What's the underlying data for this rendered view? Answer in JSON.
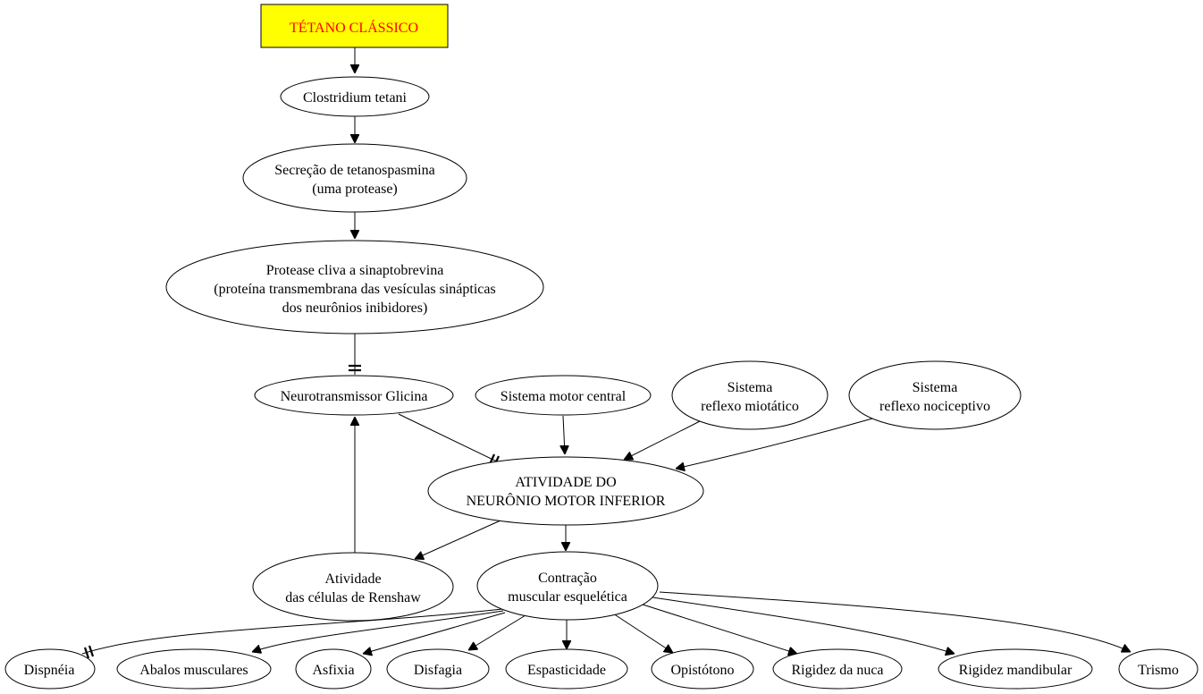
{
  "colors": {
    "title_fill": "#ffff00",
    "title_text": "#ff0000",
    "stroke": "#000000",
    "background": "#ffffff"
  },
  "nodes": {
    "tetano": {
      "lines": [
        "TÉTANO CLÁSSICO"
      ]
    },
    "clostridium": {
      "lines": [
        "Clostridium tetani"
      ]
    },
    "secrecao": {
      "lines": [
        "Secreção de tetanospasmina",
        "(uma protease)"
      ]
    },
    "protease": {
      "lines": [
        "Protease cliva a sinaptobrevina",
        "(proteína transmembrana das vesículas sinápticas",
        "dos neurônios inibidores)"
      ]
    },
    "glicina": {
      "lines": [
        "Neurotransmissor Glicina"
      ]
    },
    "motor_central": {
      "lines": [
        "Sistema motor central"
      ]
    },
    "miotatico": {
      "lines": [
        "Sistema",
        "reflexo miotático"
      ]
    },
    "nociceptivo": {
      "lines": [
        "Sistema",
        "reflexo nociceptivo"
      ]
    },
    "atividade": {
      "lines": [
        "ATIVIDADE DO",
        "NEURÔNIO MOTOR INFERIOR"
      ]
    },
    "renshaw": {
      "lines": [
        "Atividade",
        "das células de Renshaw"
      ]
    },
    "contracao": {
      "lines": [
        "Contração",
        "muscular esquelética"
      ]
    },
    "dispneia": {
      "lines": [
        "Dispnéia"
      ]
    },
    "abalos": {
      "lines": [
        "Abalos musculares"
      ]
    },
    "asfixia": {
      "lines": [
        "Asfixia"
      ]
    },
    "disfagia": {
      "lines": [
        "Disfagia"
      ]
    },
    "espasticidade": {
      "lines": [
        "Espasticidade"
      ]
    },
    "opistotono": {
      "lines": [
        "Opistótono"
      ]
    },
    "rigidez_nuca": {
      "lines": [
        "Rigidez da nuca"
      ]
    },
    "rigidez_mandibular": {
      "lines": [
        "Rigidez mandibular"
      ]
    },
    "trismo": {
      "lines": [
        "Trismo"
      ]
    }
  }
}
